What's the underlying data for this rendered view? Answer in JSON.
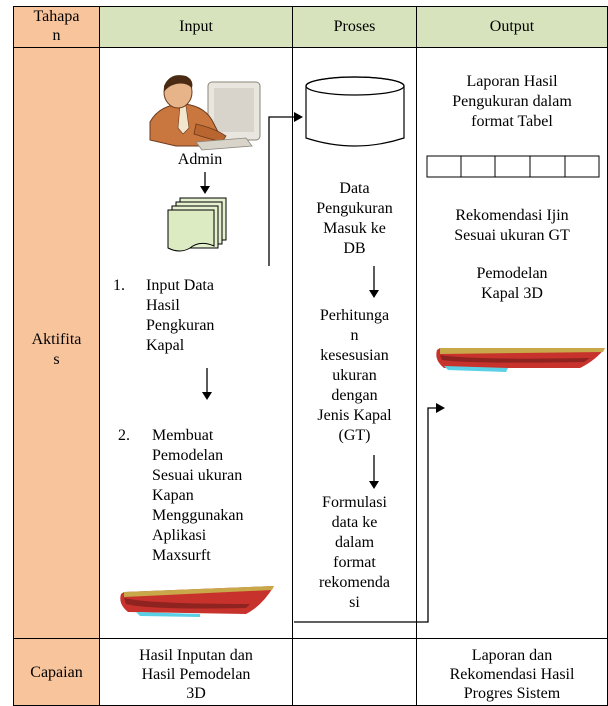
{
  "headers": {
    "tahapan": "Tahapa\nn",
    "input": "Input",
    "proses": "Proses",
    "output": "Output"
  },
  "row_labels": {
    "aktifitas": "Aktifita\ns",
    "capaian": "Capaian"
  },
  "input": {
    "admin_label": "Admin",
    "step1_number": "1.",
    "step1_text": "Input Data\nHasil\nPengkuran\nKapal",
    "step2_number": "2.",
    "step2_text": "Membuat\nPemodelan\nSesuai ukuran\nKapan\nMenggunakan\nAplikasi\nMaxsurft"
  },
  "proses": {
    "db_text": "Data\nPengukuran\nMasuk ke\nDB",
    "calc_text": "Perhitunga\nn\nkesesusian\nukuran\ndengan\nJenis Kapal\n(GT)",
    "formulasi_text": "Formulasi\ndata ke\ndalam\nformat\nrekomenda\nsi"
  },
  "output": {
    "laporan_text": "Laporan Hasil\nPengukuran dalam\nformat Tabel",
    "rekomendasi_text": "Rekomendasi Ijin\nSesuai ukuran GT",
    "pemodelan_text": "Pemodelan\nKapal 3D"
  },
  "capaian": {
    "input": "Hasil Inputan dan\nHasil Pemodelan\n3D",
    "proses": "",
    "output": "Laporan dan\nRekomendasi Hasil\nProgres Sistem"
  },
  "colors": {
    "tahapan_bg": "#f8c49c",
    "header_bg": "#d6e3bc",
    "ship_red": "#c8322d",
    "ship_stripe": "#c9a84a",
    "ship_water": "#59d0e6"
  }
}
